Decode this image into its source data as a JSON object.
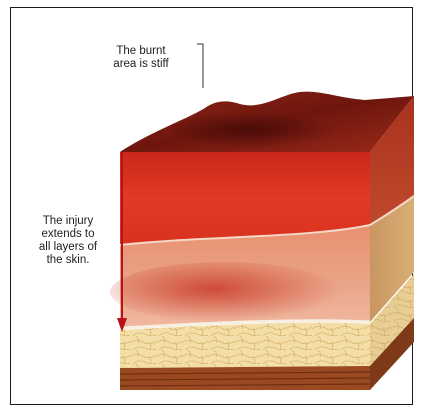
{
  "labels": {
    "stiff_area": [
      "The burnt",
      "area is stiff"
    ],
    "injury_depth": [
      "The injury",
      "extends to",
      "all layers of",
      "the skin."
    ]
  },
  "colors": {
    "burnt_surface": "#7a1a10",
    "burnt_layer": "#d92e1e",
    "dermis_tan": "#d2a46e",
    "fat_layer": "#f1dca0",
    "muscle_layer": "#9a4a20",
    "arrow": "#b5121b"
  }
}
